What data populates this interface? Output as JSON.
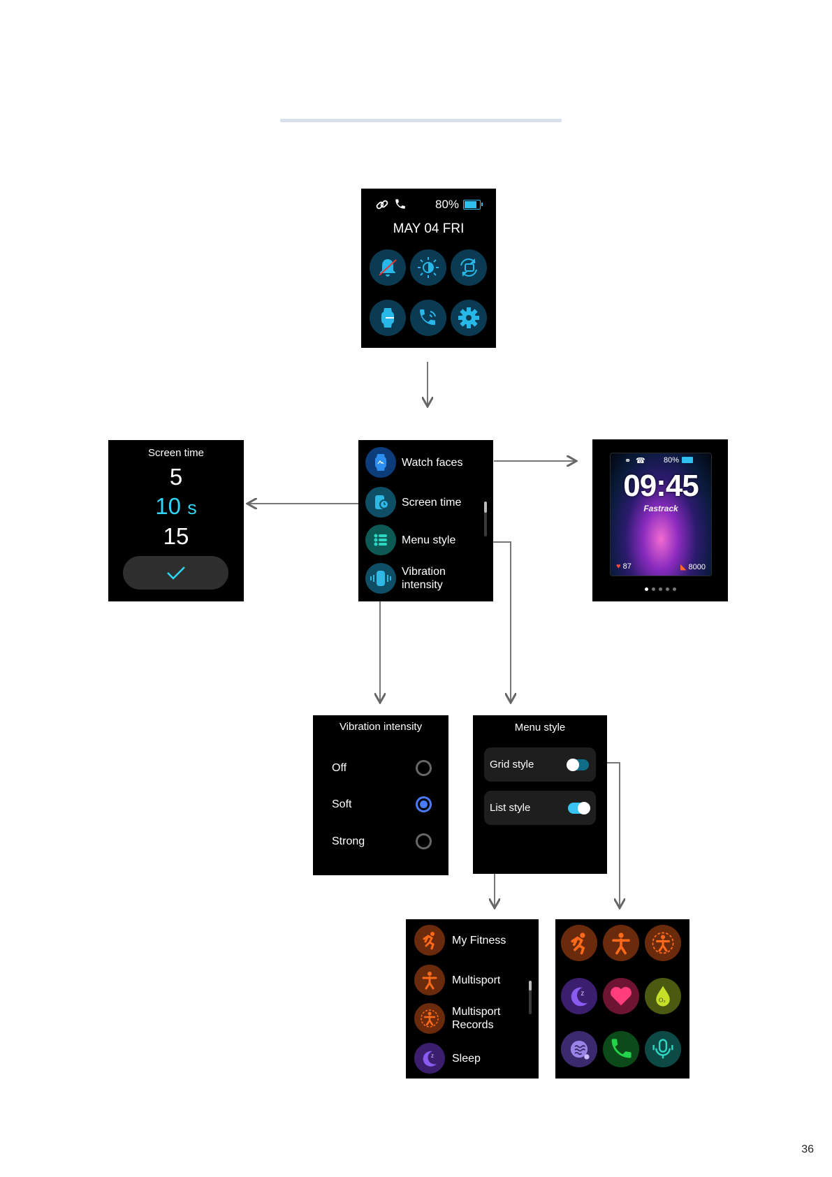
{
  "control_center": {
    "battery": "80%",
    "date": "MAY 04 FRI",
    "toggles": [
      "do-not-disturb",
      "brightness",
      "rotate",
      "find-watch",
      "call-vibration",
      "settings"
    ]
  },
  "settings_list": {
    "items": [
      {
        "label": "Watch faces",
        "icon": "watch-face-icon"
      },
      {
        "label": "Screen time",
        "icon": "screen-time-icon"
      },
      {
        "label": "Menu style",
        "icon": "menu-style-icon"
      },
      {
        "label": "Vibration intensity",
        "icon": "vibration-icon"
      }
    ]
  },
  "screen_time": {
    "title": "Screen time",
    "options": [
      "5",
      "10",
      "15"
    ],
    "selected_unit": "s",
    "accent": "#2fd5f5"
  },
  "watch_face": {
    "battery": "80%",
    "time": "09:45",
    "brand": "Fastrack",
    "heart_rate": "87",
    "steps": "8000",
    "page_count": 5,
    "active_page": 1
  },
  "vibration": {
    "title": "Vibration intensity",
    "options": [
      {
        "label": "Off",
        "selected": false
      },
      {
        "label": "Soft",
        "selected": true
      },
      {
        "label": "Strong",
        "selected": false
      }
    ],
    "accent": "#4a7bff"
  },
  "menu_style": {
    "title": "Menu style",
    "options": [
      {
        "label": "Grid style",
        "on": false
      },
      {
        "label": "List style",
        "on": true
      }
    ],
    "toggle_color": "#38c4f2"
  },
  "app_list": {
    "items": [
      {
        "label": "My Fitness",
        "icon": "running-icon"
      },
      {
        "label": "Multisport",
        "icon": "multisport-icon"
      },
      {
        "label": "Multisport Records",
        "icon": "multisport-records-icon"
      },
      {
        "label": "Sleep",
        "icon": "sleep-icon"
      }
    ]
  },
  "app_grid": {
    "icons": [
      "running-icon",
      "multisport-icon",
      "multisport-records-icon",
      "sleep-icon",
      "heart-icon",
      "spo2-icon",
      "stress-icon",
      "phone-icon",
      "voice-assistant-icon"
    ]
  },
  "page_number": "36"
}
